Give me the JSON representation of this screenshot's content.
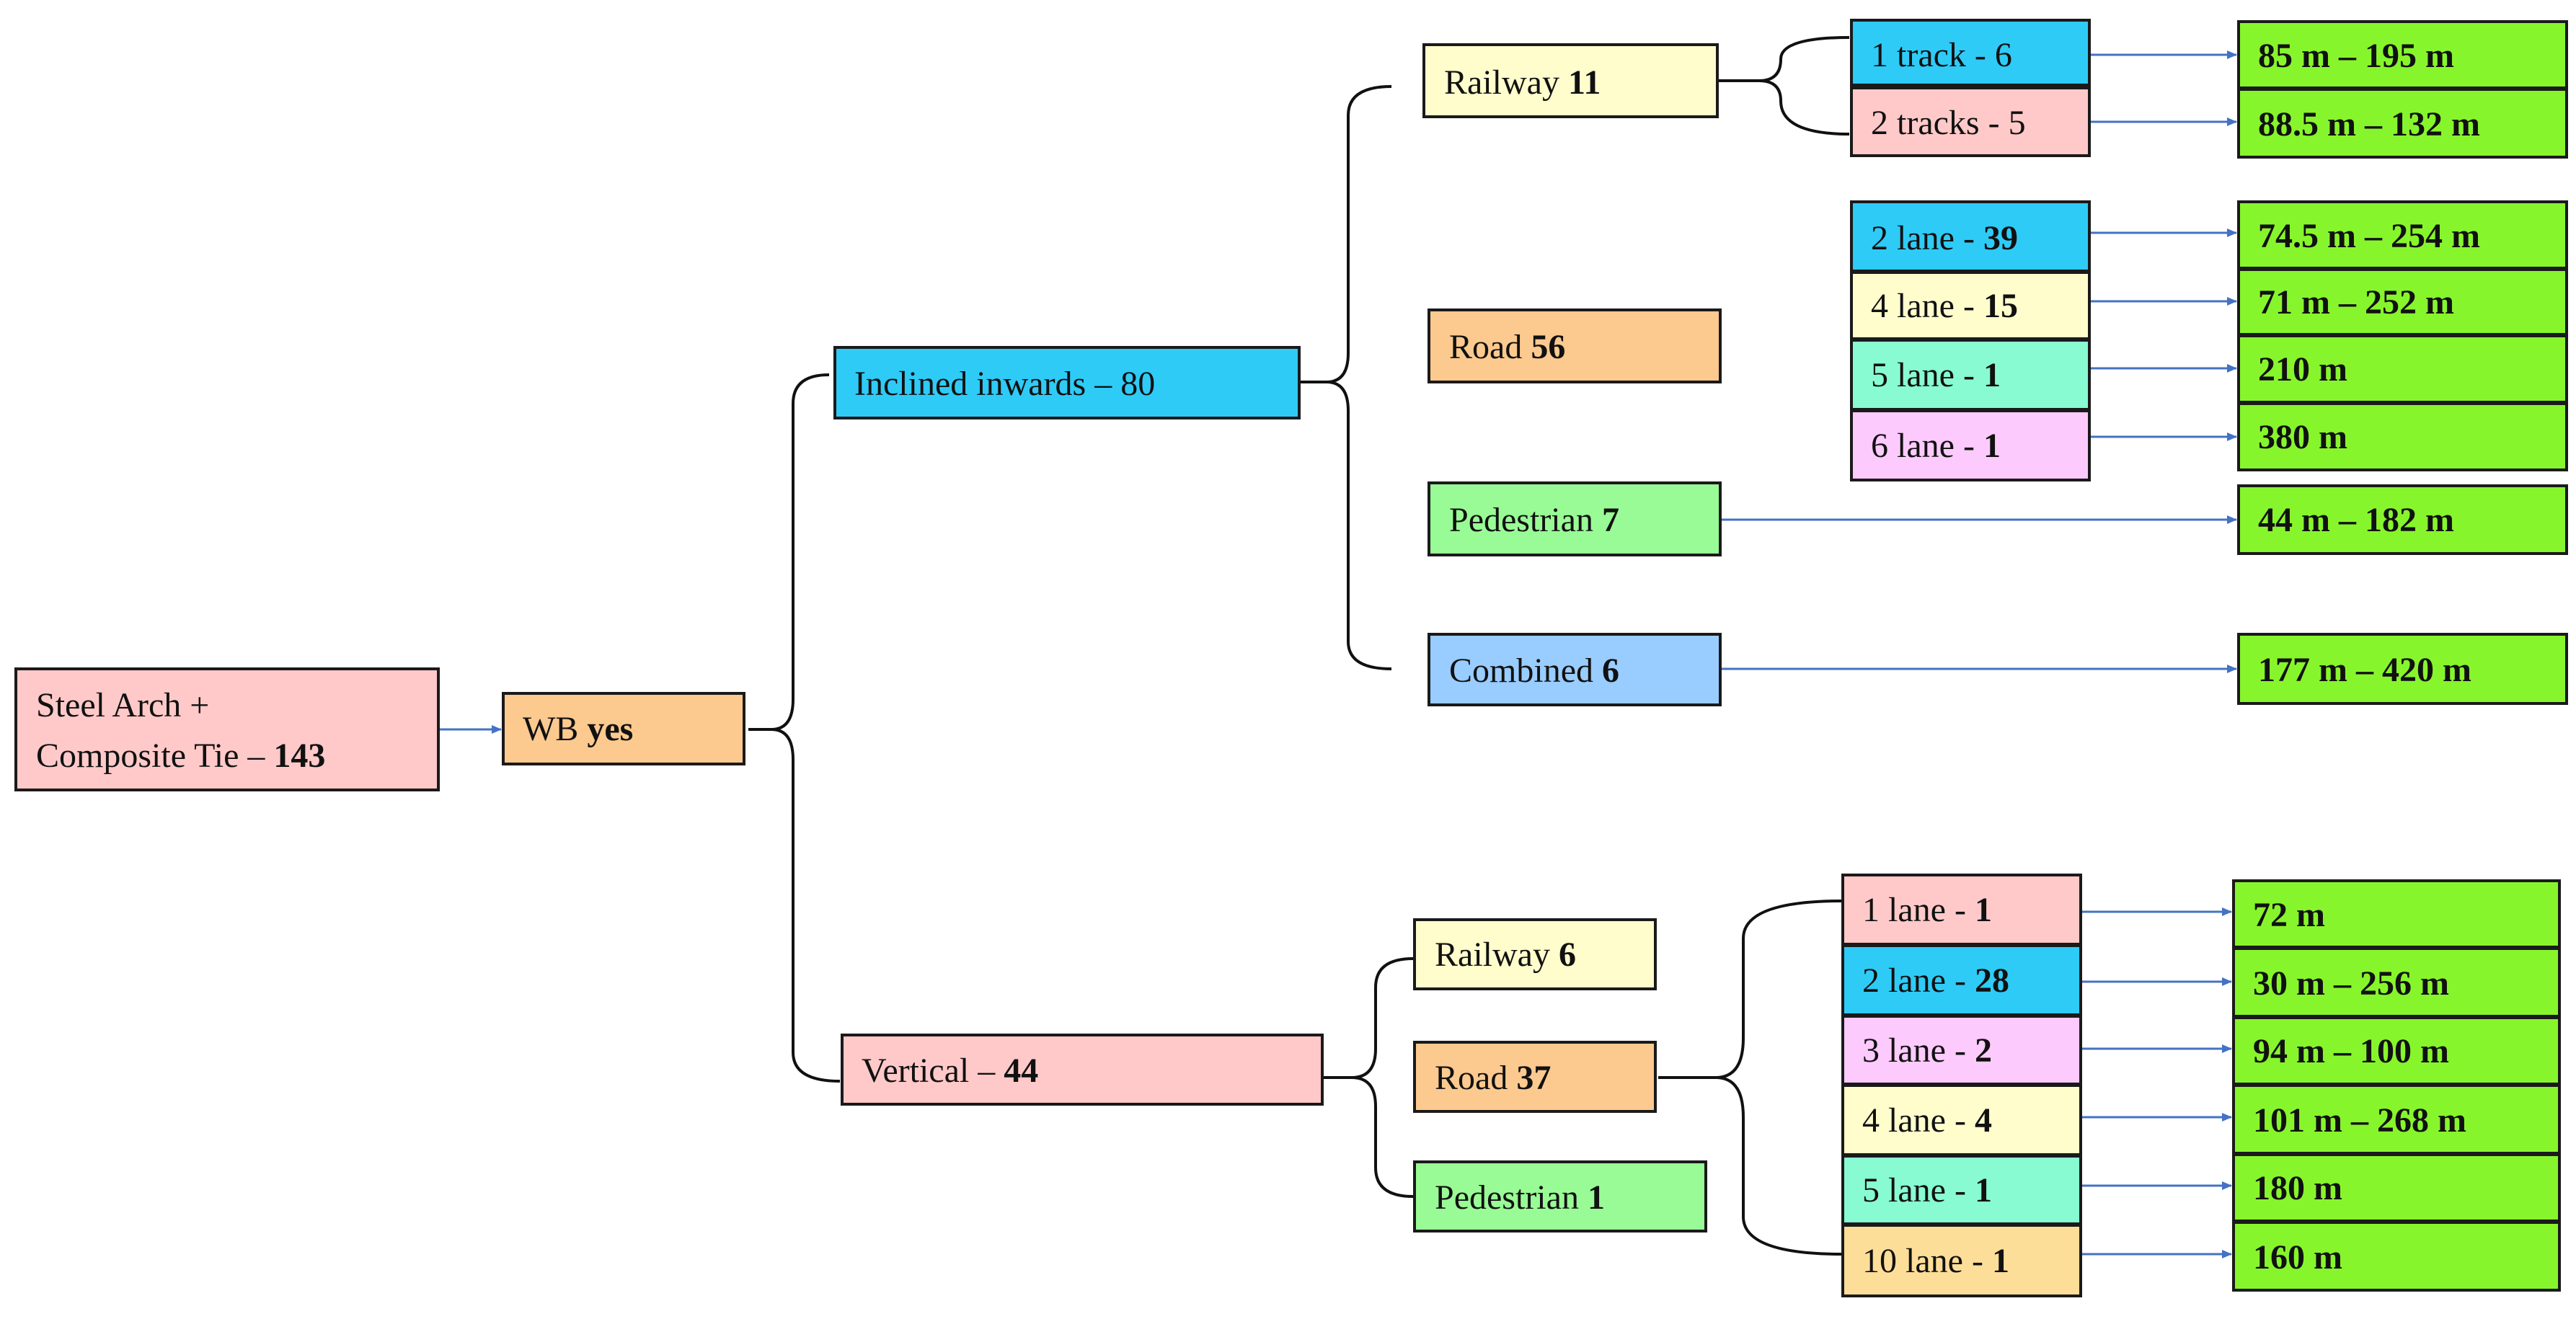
{
  "colors": {
    "pink": "#ffc9c9",
    "orange": "#fcc98f",
    "cyan": "#2ecbf7",
    "cream": "#fffdcc",
    "green_light": "#99fb95",
    "blue_light": "#99ccff",
    "mint": "#88fbd2",
    "magenta_light": "#fccafc",
    "peach": "#fdde99",
    "lime": "#87f52c"
  },
  "root": {
    "line1": "Steel Arch +",
    "line2_prefix": "Composite Tie – ",
    "count": "143"
  },
  "wb": {
    "prefix": "WB ",
    "value": "yes"
  },
  "inclined": {
    "label": "Inclined inwards – 80",
    "railway": {
      "label": "Railway ",
      "count": "11",
      "tracks": [
        {
          "label": "1 track - 6",
          "range": "85 m – 195 m"
        },
        {
          "label": "2 tracks - 5",
          "range": "88.5 m – 132 m"
        }
      ]
    },
    "road": {
      "label": "Road ",
      "count": "56",
      "lanes": [
        {
          "prefix": "2 lane - ",
          "count": "39",
          "range": "74.5 m – 254 m"
        },
        {
          "prefix": "4 lane - ",
          "count": "15",
          "range": "71 m – 252 m"
        },
        {
          "prefix": "5 lane - ",
          "count": "1",
          "range": "210 m"
        },
        {
          "prefix": "6 lane - ",
          "count": "1",
          "range": "380 m"
        }
      ]
    },
    "pedestrian": {
      "label": "Pedestrian ",
      "count": "7",
      "range": "44 m – 182 m"
    },
    "combined": {
      "label": "Combined ",
      "count": "6",
      "range": "177 m – 420 m"
    }
  },
  "vertical": {
    "label": "Vertical – ",
    "count": "44",
    "railway": {
      "label": "Railway ",
      "count": "6"
    },
    "road": {
      "label": "Road ",
      "count": "37",
      "lanes": [
        {
          "prefix": "1 lane - ",
          "count": "1",
          "range": "72 m"
        },
        {
          "prefix": "2 lane - ",
          "count": "28",
          "range": "30 m – 256 m"
        },
        {
          "prefix": "3 lane - ",
          "count": "2",
          "range": "94 m – 100 m"
        },
        {
          "prefix": "4 lane - ",
          "count": "4",
          "range": "101 m – 268 m"
        },
        {
          "prefix": "5 lane - ",
          "count": "1",
          "range": "180 m"
        },
        {
          "prefix": "10 lane - ",
          "count": "1",
          "range": "160 m"
        }
      ]
    },
    "pedestrian": {
      "label": "Pedestrian ",
      "count": "1"
    }
  }
}
